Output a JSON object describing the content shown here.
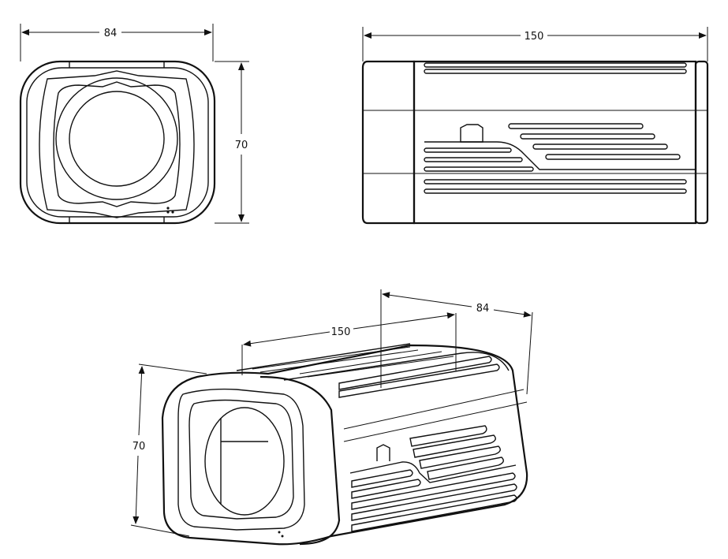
{
  "front_view": {
    "width_label": "84",
    "height_label": "70"
  },
  "side_view": {
    "length_label": "150"
  },
  "perspective_view": {
    "length_label": "150",
    "width_label": "84",
    "height_label": "70"
  },
  "colors": {
    "line": "#111111",
    "background": "#ffffff"
  }
}
